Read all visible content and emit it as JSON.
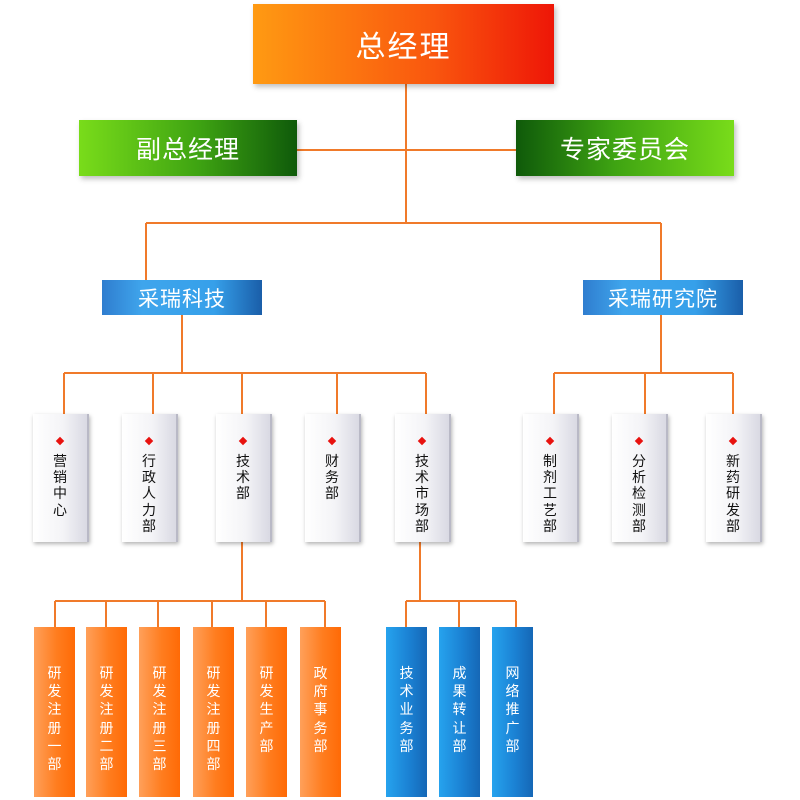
{
  "org": {
    "general_manager": "总经理",
    "deputy_gm": "副总经理",
    "expert_committee": "专家委员会",
    "tech_company": "采瑞科技",
    "research_institute": "采瑞研究院",
    "tech_departments": [
      "营销中心",
      "行政人力部",
      "技术部",
      "财务部",
      "技术市场部"
    ],
    "institute_departments": [
      "制剂工艺部",
      "分析检测部",
      "新药研发部"
    ],
    "tech_dept_subunits": [
      "研发注册一部",
      "研发注册二部",
      "研发注册三部",
      "研发注册四部",
      "研发生产部",
      "政府事务部"
    ],
    "market_dept_subunits": [
      "技术业务部",
      "成果转让部",
      "网络推广部"
    ]
  },
  "colors": {
    "connector": "#f07a2a",
    "marker": "#e8120f"
  }
}
